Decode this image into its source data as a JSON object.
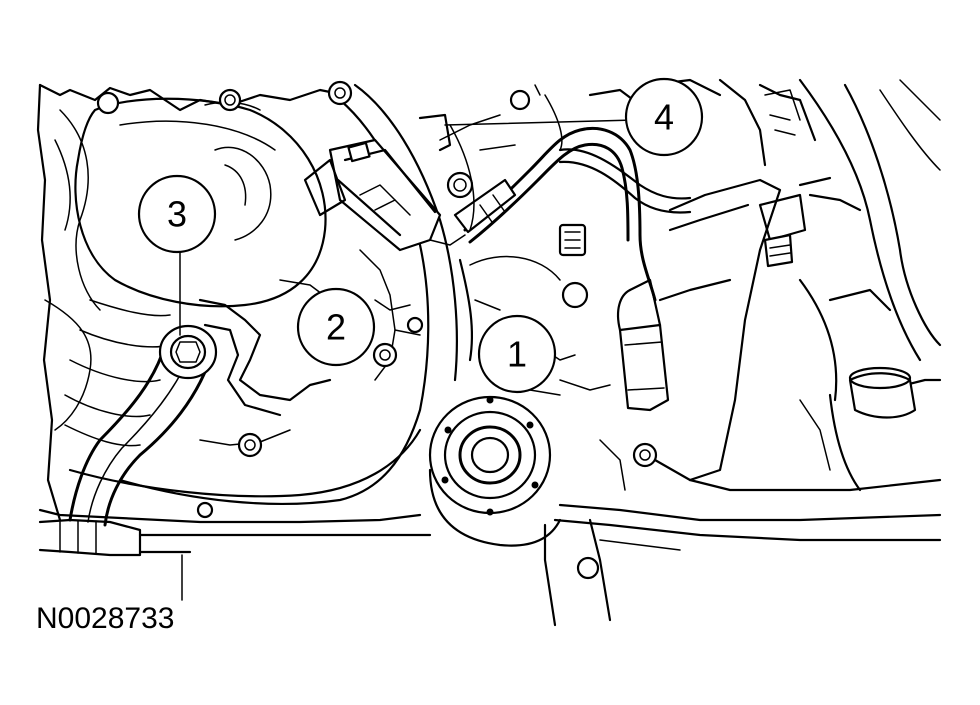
{
  "callouts": [
    {
      "id": "1",
      "label": "1"
    },
    {
      "id": "2",
      "label": "2"
    },
    {
      "id": "3",
      "label": "3"
    },
    {
      "id": "4",
      "label": "4"
    }
  ],
  "reference_code": "N0028733",
  "colors": {
    "line": "#000000",
    "background": "#ffffff"
  }
}
